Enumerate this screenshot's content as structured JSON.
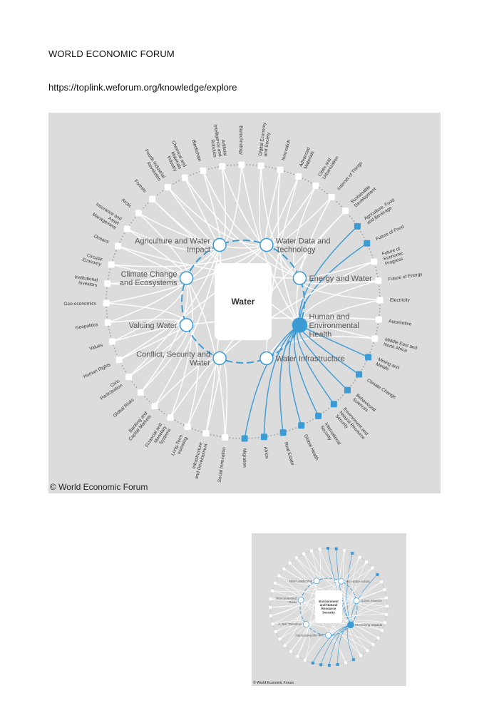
{
  "document": {
    "heading": "WORLD ECONOMIC FORUM",
    "url": "https://toplink.weforum.org/knowledge/explore"
  },
  "colors": {
    "accent": "#3a9bd5",
    "background": "#dcdcdc",
    "link": "#ffffff",
    "ring": "#9a9a9a"
  },
  "figures": [
    {
      "center_label": "Water",
      "copyright": "© World Economic Forum",
      "hubs": [
        {
          "label": "Agriculture and Water\nImpact",
          "highlighted": false
        },
        {
          "label": "Water Data and\nTechnology",
          "highlighted": false
        },
        {
          "label": "Energy and Water",
          "highlighted": false
        },
        {
          "label": "Human and\nEnvironmental\nHealth",
          "highlighted": true
        },
        {
          "label": "Water Infrastructure",
          "highlighted": false
        },
        {
          "label": "Conflict, Security and\nWater",
          "highlighted": false
        },
        {
          "label": "Valuing Water",
          "highlighted": false
        },
        {
          "label": "Climate Change\nand Ecosystems",
          "highlighted": false
        }
      ],
      "topics": [
        {
          "label": "Blockchain",
          "highlighted": false
        },
        {
          "label": "Artificial\nIntelligence and\nRobotics",
          "highlighted": false
        },
        {
          "label": "Biotechnology",
          "highlighted": false
        },
        {
          "label": "Digital Economy\nand Society",
          "highlighted": false
        },
        {
          "label": "Innovation",
          "highlighted": false
        },
        {
          "label": "Advanced\nMaterials",
          "highlighted": false
        },
        {
          "label": "Cities and\nUrbanization",
          "highlighted": false
        },
        {
          "label": "Internet of Things",
          "highlighted": false
        },
        {
          "label": "Sustainable\nDevelopment",
          "highlighted": false
        },
        {
          "label": "Agriculture, Food\nand Beverage",
          "highlighted": true
        },
        {
          "label": "Future of Food",
          "highlighted": true
        },
        {
          "label": "Future of\nEconomic\nProgress",
          "highlighted": false
        },
        {
          "label": "Future of Energy",
          "highlighted": false
        },
        {
          "label": "Electricity",
          "highlighted": false
        },
        {
          "label": "Automotive",
          "highlighted": false
        },
        {
          "label": "Middle East and\nNorth Africa",
          "highlighted": false
        },
        {
          "label": "Mining and\nMetals",
          "highlighted": true
        },
        {
          "label": "Climate Change",
          "highlighted": true
        },
        {
          "label": "Behavioural\nSciences",
          "highlighted": true
        },
        {
          "label": "Environment and\nNatural Resource\nSecurity",
          "highlighted": true
        },
        {
          "label": "International\nSecurity",
          "highlighted": true
        },
        {
          "label": "Global Health",
          "highlighted": true
        },
        {
          "label": "Real Estate",
          "highlighted": true
        },
        {
          "label": "Africa",
          "highlighted": true
        },
        {
          "label": "Migration",
          "highlighted": true
        },
        {
          "label": "Social Innovation",
          "highlighted": false
        },
        {
          "label": "Infrastructure\nand Development",
          "highlighted": false
        },
        {
          "label": "Long-Term\nInvesting",
          "highlighted": false
        },
        {
          "label": "Financial and\nMonetary\nSystems",
          "highlighted": false
        },
        {
          "label": "Banking and\nCapital Markets",
          "highlighted": false
        },
        {
          "label": "Global Risks",
          "highlighted": false
        },
        {
          "label": "Civic\nParticipation",
          "highlighted": false
        },
        {
          "label": "Human Rights",
          "highlighted": false
        },
        {
          "label": "Values",
          "highlighted": false
        },
        {
          "label": "Geopolitics",
          "highlighted": false
        },
        {
          "label": "Geo-economics",
          "highlighted": false
        },
        {
          "label": "Institutional\nInvestors",
          "highlighted": false
        },
        {
          "label": "Circular\nEconomy",
          "highlighted": false
        },
        {
          "label": "Oceans",
          "highlighted": false
        },
        {
          "label": "Insurance and\nAsset\nManagement",
          "highlighted": false
        },
        {
          "label": "Arctic",
          "highlighted": false
        },
        {
          "label": "Forests",
          "highlighted": false
        },
        {
          "label": "Fourth Industrial\nRevolution",
          "highlighted": false
        },
        {
          "label": "Chemical and\nMaterials\nIndustry",
          "highlighted": false
        }
      ]
    },
    {
      "center_label": "Environment\nand Natural\nResource\nSecurity",
      "copyright": "© World Economic Forum",
      "hubs": [
        {
          "label": "New Leadership",
          "highlighted": false
        },
        {
          "label": "Non-State Actors",
          "highlighted": false
        },
        {
          "label": "Green Finance",
          "highlighted": false
        },
        {
          "label": "Worsening Impacts",
          "highlighted": true
        },
        {
          "label": "Harnessing the '4IR'",
          "highlighted": false
        },
        {
          "label": "A Just Transition",
          "highlighted": false
        },
        {
          "label": "Interconnected\nRisks",
          "highlighted": false
        }
      ],
      "topic_highlights": [
        false,
        false,
        true,
        true,
        false,
        true,
        false,
        false,
        false,
        true,
        false,
        false,
        false,
        false,
        false,
        false,
        false,
        false,
        false,
        false,
        false,
        true,
        false,
        true,
        true,
        true,
        true,
        false,
        false,
        false,
        false,
        false,
        false,
        false,
        false,
        false,
        false,
        false,
        false,
        false,
        false,
        false,
        false,
        false
      ]
    }
  ]
}
